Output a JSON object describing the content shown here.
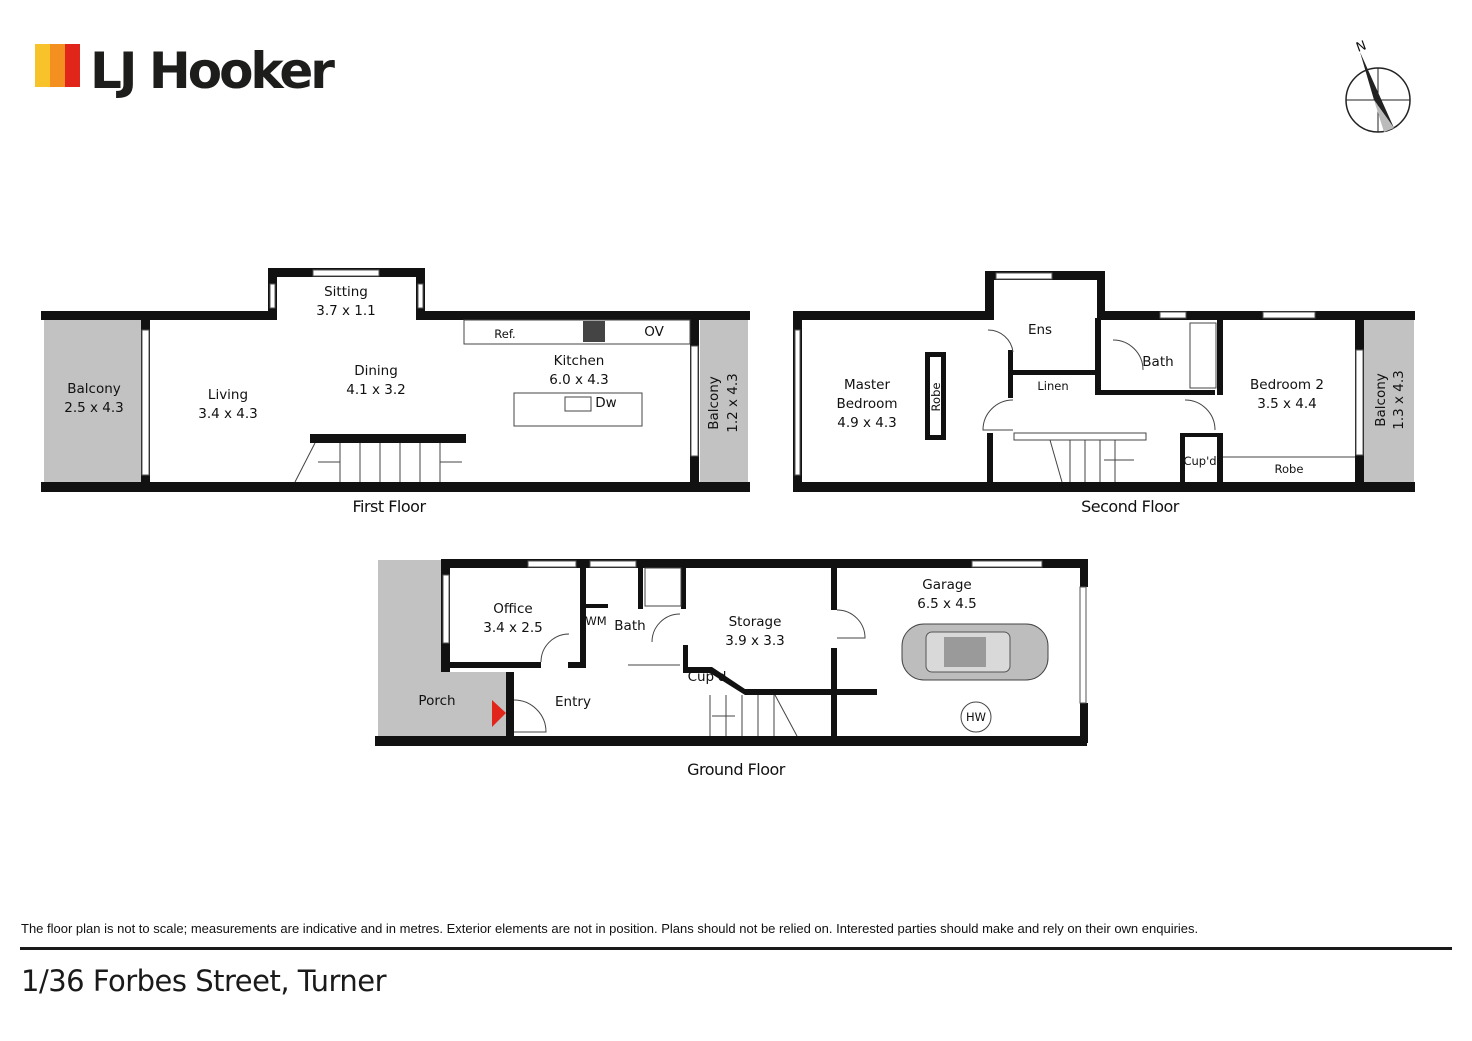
{
  "brand": {
    "name": "LJ Hooker",
    "colors": [
      "#f7c22a",
      "#f39020",
      "#e1251b"
    ]
  },
  "compass": {
    "label": "N"
  },
  "first_floor": {
    "title": "First Floor",
    "rooms": {
      "balcony_left": {
        "name": "Balcony",
        "dims": "2.5 x 4.3"
      },
      "living": {
        "name": "Living",
        "dims": "3.4 x 4.3"
      },
      "sitting": {
        "name": "Sitting",
        "dims": "3.7 x 1.1"
      },
      "dining": {
        "name": "Dining",
        "dims": "4.1 x 3.2"
      },
      "kitchen": {
        "name": "Kitchen",
        "dims": "6.0 x 4.3"
      },
      "balcony_right": {
        "name": "Balcony",
        "dims": "1.2 x 4.3"
      }
    },
    "fixtures": {
      "ref": "Ref.",
      "oven": "OV",
      "dishwasher": "Dw"
    }
  },
  "second_floor": {
    "title": "Second Floor",
    "rooms": {
      "master": {
        "name1": "Master",
        "name2": "Bedroom",
        "dims": "4.9 x 4.3"
      },
      "robe_master": "Robe",
      "ens": "Ens",
      "linen": "Linen",
      "bath": "Bath",
      "bedroom2": {
        "name": "Bedroom 2",
        "dims": "3.5 x 4.4"
      },
      "cupd": "Cup'd",
      "robe2": "Robe",
      "balcony": {
        "name": "Balcony",
        "dims": "1.3 x 4.3"
      }
    }
  },
  "ground_floor": {
    "title": "Ground Floor",
    "rooms": {
      "office": {
        "name": "Office",
        "dims": "3.4 x 2.5"
      },
      "wm": "WM",
      "bath": "Bath",
      "storage": {
        "name": "Storage",
        "dims": "3.9 x 3.3"
      },
      "garage": {
        "name": "Garage",
        "dims": "6.5 x 4.5"
      },
      "cupd": "Cup'd",
      "porch": "Porch",
      "entry": "Entry",
      "hw": "HW"
    }
  },
  "disclaimer": "The floor plan is not to scale; measurements are indicative and in metres. Exterior elements are not in position. Plans should not be relied on. Interested parties should make and rely on their own enquiries.",
  "address": "1/36 Forbes Street, Turner"
}
